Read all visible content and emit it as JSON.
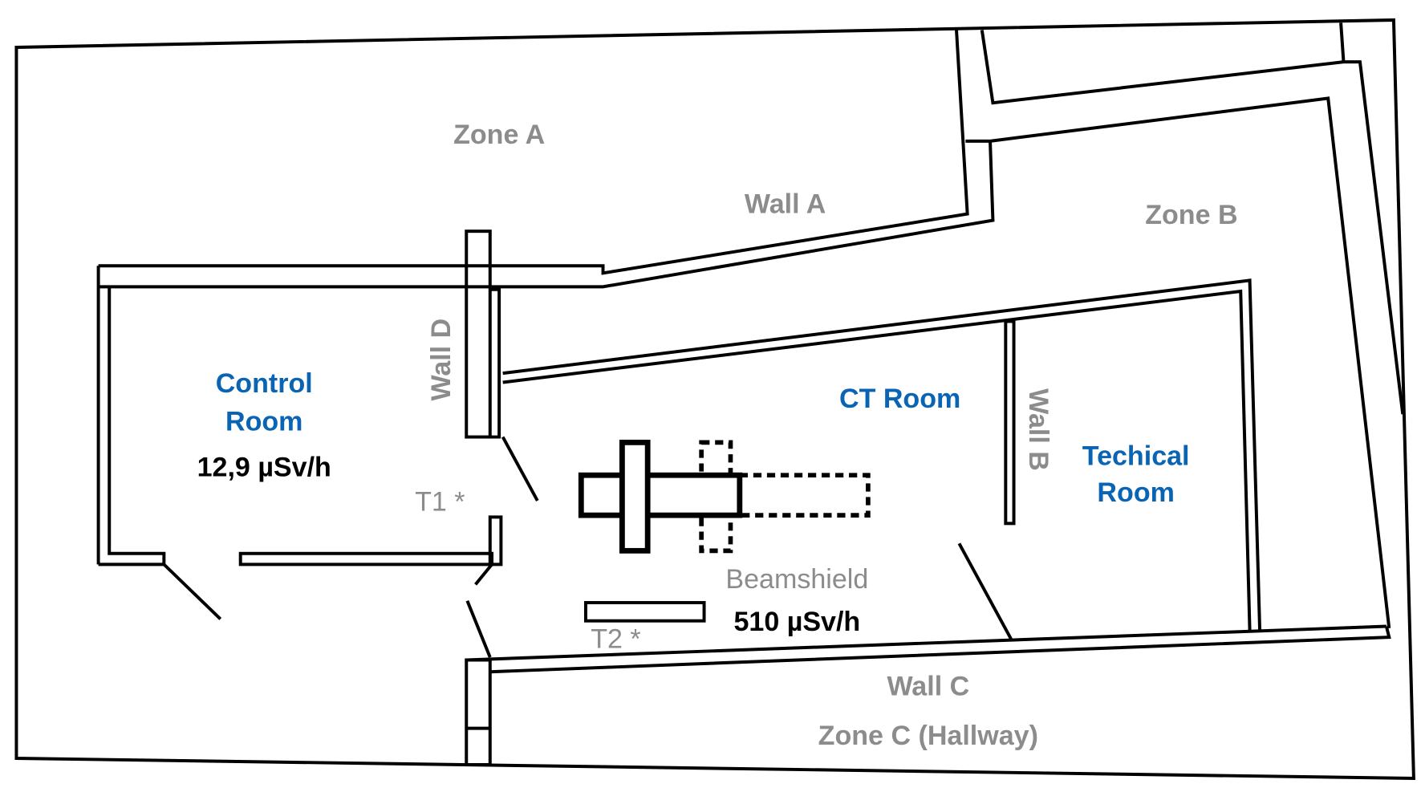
{
  "labels": {
    "zone_a": "Zone A",
    "zone_b": "Zone B",
    "zone_c": "Zone C (Hallway)",
    "wall_a": "Wall A",
    "wall_b": "Wall B",
    "wall_c": "Wall C",
    "wall_d": "Wall D",
    "control_room": [
      "Control",
      "Room"
    ],
    "control_room_dose": "12,9 µSv/h",
    "ct_room": "CT Room",
    "technical_room": [
      "Techical",
      "Room"
    ],
    "beamshield": "Beamshield",
    "beamshield_dose": "510 µSv/h",
    "t1": "T1 *",
    "t2": "T2 *"
  },
  "colors": {
    "room_label": "#0a64b4",
    "zone_label": "#8c8c8c",
    "dose_label": "#000000"
  }
}
